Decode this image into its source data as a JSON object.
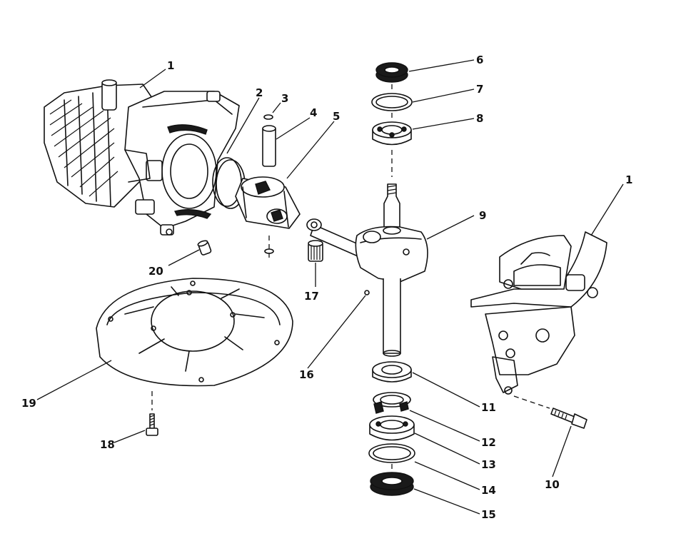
{
  "callouts": [
    {
      "id": "c1a",
      "text": "1"
    },
    {
      "id": "c2",
      "text": "2"
    },
    {
      "id": "c3",
      "text": "3"
    },
    {
      "id": "c4",
      "text": "4"
    },
    {
      "id": "c5",
      "text": "5"
    },
    {
      "id": "c6",
      "text": "6"
    },
    {
      "id": "c7",
      "text": "7"
    },
    {
      "id": "c8",
      "text": "8"
    },
    {
      "id": "c9",
      "text": "9"
    },
    {
      "id": "c1b",
      "text": "1"
    },
    {
      "id": "c20",
      "text": "20"
    },
    {
      "id": "c17",
      "text": "17"
    },
    {
      "id": "c16",
      "text": "16"
    },
    {
      "id": "c19",
      "text": "19"
    },
    {
      "id": "c18",
      "text": "18"
    },
    {
      "id": "c11",
      "text": "11"
    },
    {
      "id": "c12",
      "text": "12"
    },
    {
      "id": "c13",
      "text": "13"
    },
    {
      "id": "c14",
      "text": "14"
    },
    {
      "id": "c15",
      "text": "15"
    },
    {
      "id": "c10",
      "text": "10"
    }
  ]
}
